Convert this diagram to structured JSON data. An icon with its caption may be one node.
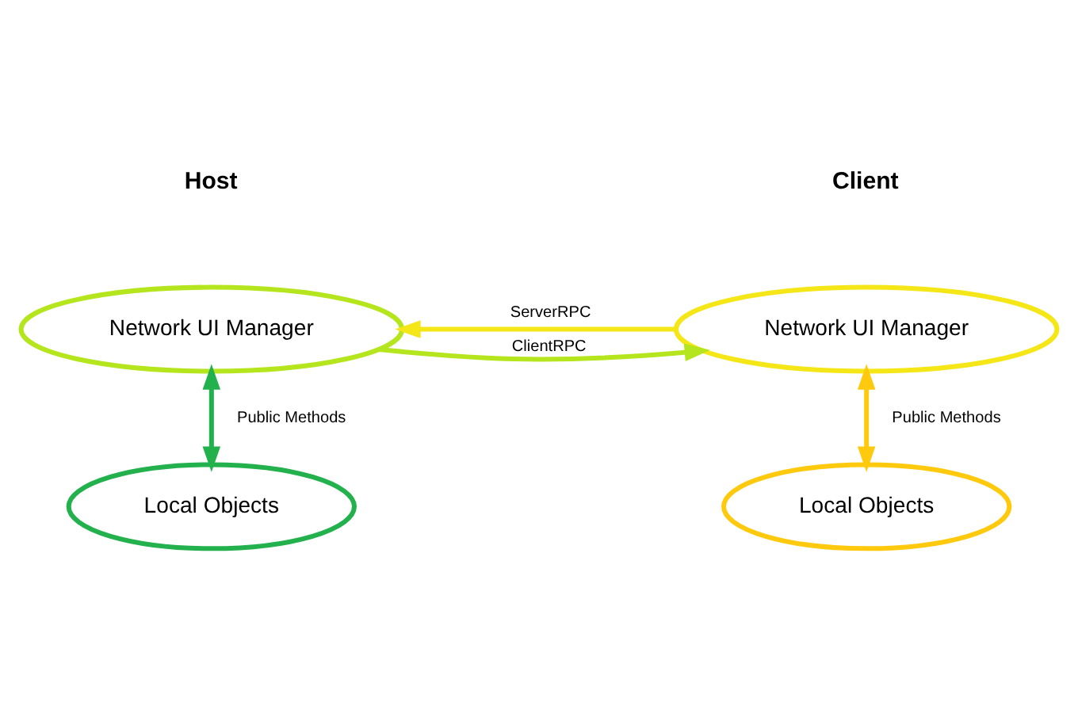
{
  "diagram": {
    "nodes": [
      {
        "text": [
          "Network UI Manager"
        ]
      },
      {
        "text": [
          "Network UI Manager"
        ]
      },
      {
        "text": [
          "Local Objects"
        ]
      },
      {
        "text": [
          "Local Objects"
        ]
      }
    ],
    "edges": [
      {
        "from": 0,
        "to": 1,
        "arrow": "to",
        "label": "ClientRPC",
        "color": "#b5e61d"
      },
      {
        "from": 1,
        "to": 0,
        "arrow": "to",
        "label": "ServerRPC",
        "color": "#f5e617"
      },
      {
        "from": 0,
        "to": 2,
        "arrow": "both",
        "label": "Public Methods",
        "color": "#22b14c"
      },
      {
        "from": 1,
        "to": 3,
        "arrow": "both",
        "label": "Public Methods",
        "color": "#ffc90e"
      }
    ],
    "labels": [
      "Host",
      "Client"
    ]
  }
}
